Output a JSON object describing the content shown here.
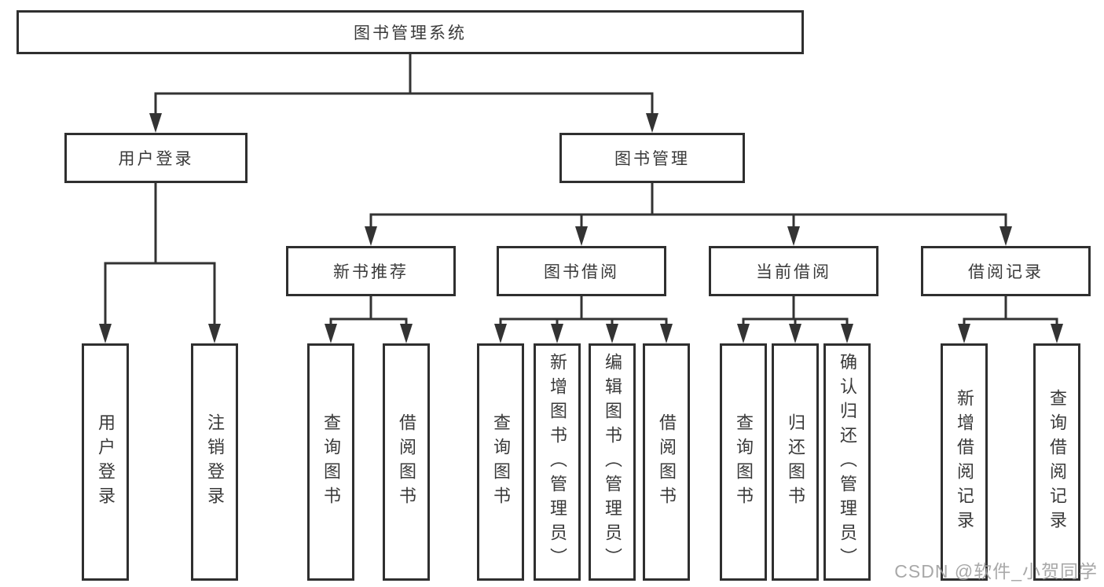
{
  "root": {
    "label": "图书管理系统"
  },
  "branches": {
    "user_login": {
      "label": "用户登录",
      "children": [
        {
          "label": "用户登录"
        },
        {
          "label": "注销登录"
        }
      ]
    },
    "book_management": {
      "label": "图书管理",
      "children": [
        {
          "label": "新书推荐",
          "children": [
            {
              "label": "查询图书"
            },
            {
              "label": "借阅图书"
            }
          ]
        },
        {
          "label": "图书借阅",
          "children": [
            {
              "label": "查询图书"
            },
            {
              "label": "新增图书（管理员）"
            },
            {
              "label": "编辑图书（管理员）"
            },
            {
              "label": "借阅图书"
            }
          ]
        },
        {
          "label": "当前借阅",
          "children": [
            {
              "label": "查询图书"
            },
            {
              "label": "归还图书"
            },
            {
              "label": "确认归还（管理员）"
            }
          ]
        },
        {
          "label": "借阅记录",
          "children": [
            {
              "label": "新增借阅记录"
            },
            {
              "label": "查询借阅记录"
            }
          ]
        }
      ]
    }
  },
  "watermark": "CSDN @软件_小贺同学",
  "colors": {
    "line": "#333333",
    "box_border": "#2f2f2f",
    "text": "#3a3a3a",
    "background": "#ffffff",
    "watermark": "#9e9e9e"
  }
}
